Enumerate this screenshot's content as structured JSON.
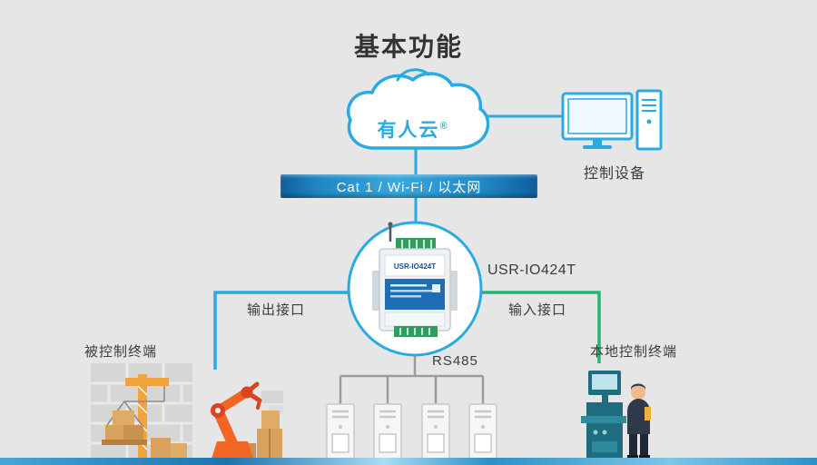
{
  "title": "基本功能",
  "cloud": {
    "label": "有人云",
    "registered_mark": "®"
  },
  "control_device": {
    "label": "控制设备"
  },
  "network_bar": {
    "label": "Cat 1 / Wi-Fi / 以太网"
  },
  "device": {
    "model_label": "USR-IO424T",
    "face_label": "USR-IO424T"
  },
  "connections": {
    "output": {
      "label": "输出接口"
    },
    "input": {
      "label": "输入接口"
    },
    "serial": {
      "label": "RS485"
    }
  },
  "terminals": {
    "controlled": {
      "label": "被控制终端"
    },
    "local": {
      "label": "本地控制终端"
    }
  },
  "colors": {
    "background": "#e6e6e6",
    "blue": "#29abe2",
    "green": "#22b573",
    "gray_line": "#9b9b9b",
    "text": "#333333"
  }
}
